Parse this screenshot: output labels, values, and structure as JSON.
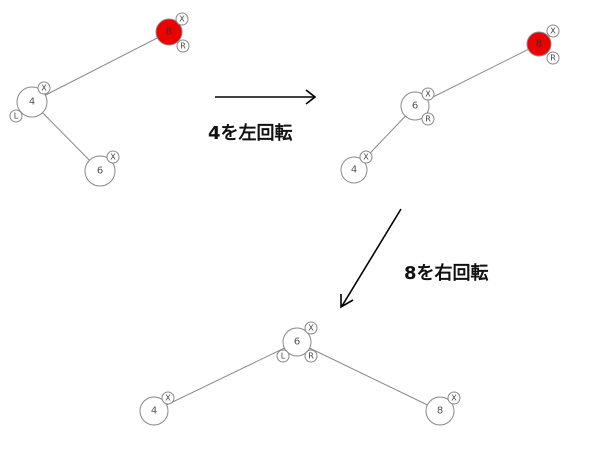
{
  "colors": {
    "node_fill": "#ffffff",
    "node_text": "#555555",
    "root_fill": "#ee0000",
    "root_text": "#333333"
  },
  "steps": [
    {
      "nodes": [
        {
          "id": "n8",
          "label": "8",
          "highlight": true,
          "buttons": [
            "X",
            "R"
          ]
        },
        {
          "id": "n4",
          "label": "4",
          "highlight": false,
          "buttons": [
            "X",
            "L"
          ]
        },
        {
          "id": "n6",
          "label": "6",
          "highlight": false,
          "buttons": [
            "X"
          ]
        }
      ]
    },
    {
      "nodes": [
        {
          "id": "n8",
          "label": "8",
          "highlight": true,
          "buttons": [
            "X",
            "R"
          ]
        },
        {
          "id": "n6",
          "label": "6",
          "highlight": false,
          "buttons": [
            "X",
            "R"
          ]
        },
        {
          "id": "n4",
          "label": "4",
          "highlight": false,
          "buttons": [
            "X"
          ]
        }
      ]
    },
    {
      "nodes": [
        {
          "id": "n6",
          "label": "6",
          "highlight": false,
          "buttons": [
            "X",
            "L",
            "R"
          ]
        },
        {
          "id": "n4",
          "label": "4",
          "highlight": false,
          "buttons": [
            "X"
          ]
        },
        {
          "id": "n8",
          "label": "8",
          "highlight": false,
          "buttons": [
            "X"
          ]
        }
      ]
    }
  ],
  "transitions": [
    {
      "label": "4を左回転"
    },
    {
      "label": "8を右回転"
    }
  ]
}
